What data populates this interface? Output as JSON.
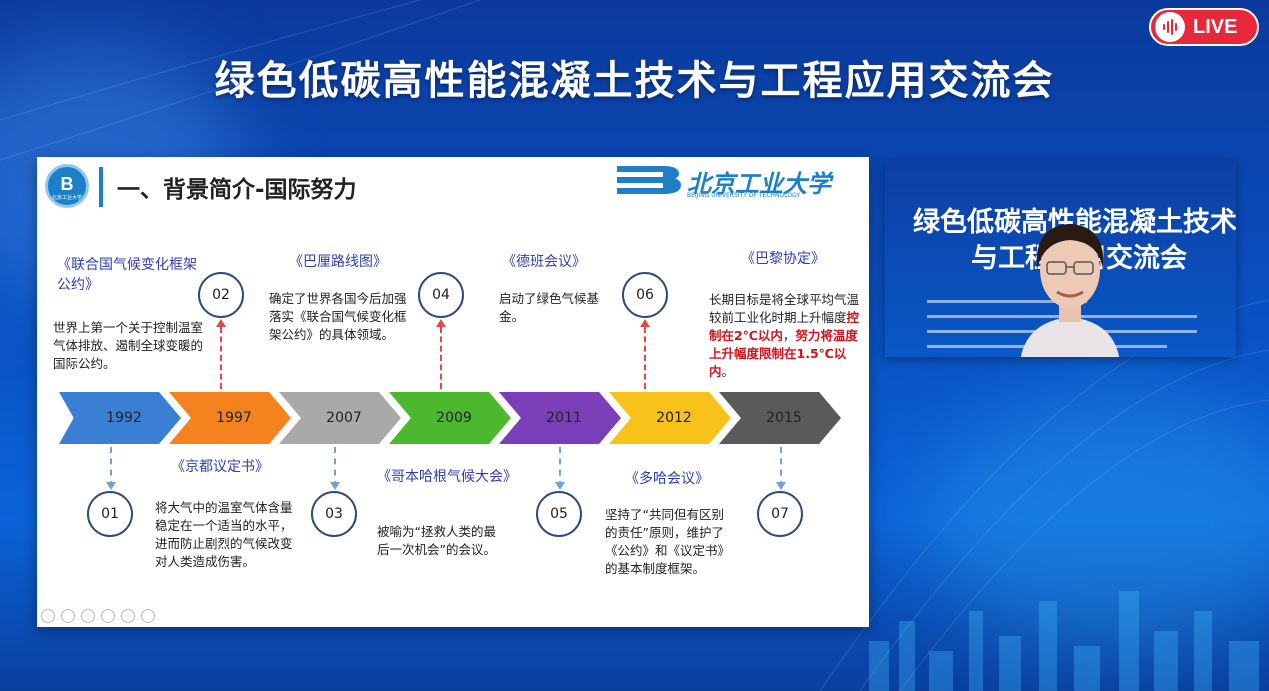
{
  "live_label": "LIVE",
  "conference_title": "绿色低碳高性能混凝土技术与工程应用交流会",
  "slide": {
    "title": "一、背景简介-国际努力",
    "logo_mark": "B",
    "logo_text": "北京工业大学",
    "university_name": "北京工业大学",
    "university_english": "BEIJING UNIVERSITY OF TECHNOLOGY",
    "timeline": [
      {
        "year": "1992",
        "color": "#3b7fd4"
      },
      {
        "year": "1997",
        "color": "#f5821f"
      },
      {
        "year": "2007",
        "color": "#a9a9a9"
      },
      {
        "year": "2009",
        "color": "#4cb82e"
      },
      {
        "year": "2011",
        "color": "#7a3fb8"
      },
      {
        "year": "2012",
        "color": "#f7c21a"
      },
      {
        "year": "2015",
        "color": "#5a5a5a"
      }
    ],
    "events": {
      "e01": {
        "num": "01",
        "title": "《联合国气候变化框架公约》",
        "text": "世界上第一个关于控制温室气体排放、遏制全球变暖的国际公约。"
      },
      "e02": {
        "num": "02",
        "title": "《京都议定书》",
        "text": "将大气中的温室气体含量稳定在一个适当的水平，进而防止剧烈的气候改变对人类造成伤害。"
      },
      "e03": {
        "num": "03",
        "title": "《巴厘路线图》",
        "text": "确定了世界各国今后加强落实《联合国气候变化框架公约》的具体领域。"
      },
      "e04": {
        "num": "04",
        "title": "《哥本哈根气候大会》",
        "text": "被喻为“拯救人类的最后一次机会”的会议。"
      },
      "e05": {
        "num": "05",
        "title": "《德班会议》",
        "text": "启动了绿色气候基金。"
      },
      "e06": {
        "num": "06",
        "title": "《多哈会议》",
        "text": "坚持了“共同但有区别的责任”原则，维护了《公约》和《议定书》的基本制度框架。"
      },
      "e07": {
        "num": "07",
        "title": "《巴黎协定》",
        "text_normal": "长期目标是将全球平均气温较前工业化时期上升幅度",
        "text_red1": "控制在2℃以内",
        "text_mid": "，",
        "text_red2": "努力将温度上升幅度限制在1.5℃以内",
        "text_end": "。"
      }
    }
  },
  "video": {
    "backdrop_line1": "绿色低碳高性能混凝土技术",
    "backdrop_line2": "与工程应用交流会"
  },
  "colors": {
    "live_red": "#e8273a",
    "event_title_blue": "#2f3fb0",
    "highlight_red": "#d0141b",
    "background_blue": "#0a50c2"
  }
}
